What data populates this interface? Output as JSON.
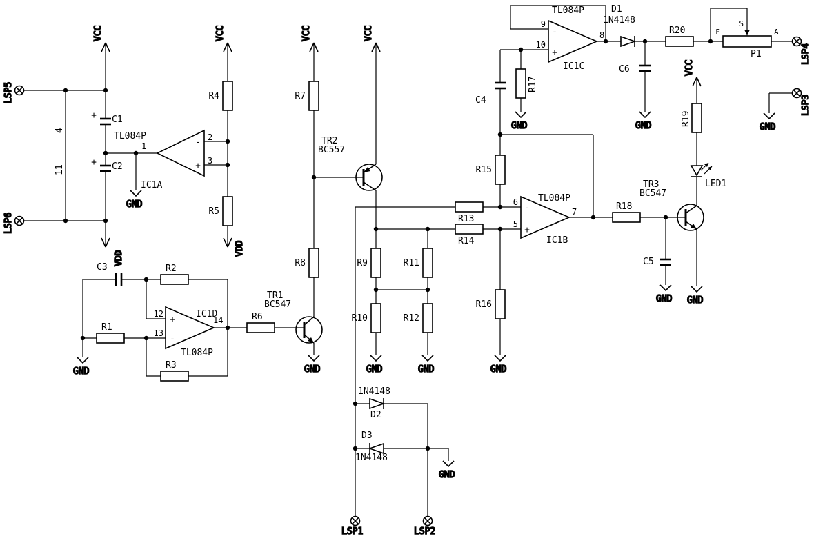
{
  "schematic": {
    "power": {
      "vcc": "VCC",
      "vdd": "VDD",
      "gnd": "GND"
    },
    "net_labels": {
      "n4": "4",
      "n11": "11"
    },
    "symbols": {
      "plus": "+",
      "minus": "-"
    },
    "pads": {
      "lsp1": "LSP1",
      "lsp2": "LSP2",
      "lsp3": "LSP3",
      "lsp4": "LSP4",
      "lsp5": "LSP5",
      "lsp6": "LSP6"
    },
    "opamps": {
      "ic1a": {
        "name": "IC1A",
        "part": "TL084P",
        "pin_out": "1",
        "pin_inv": "2",
        "pin_noninv": "3"
      },
      "ic1b": {
        "name": "IC1B",
        "part": "TL084P",
        "pin_inv": "6",
        "pin_noninv": "5",
        "pin_out": "7"
      },
      "ic1c": {
        "name": "IC1C",
        "part": "TL084P",
        "pin_inv": "9",
        "pin_noninv": "10",
        "pin_out": "8"
      },
      "ic1d": {
        "name": "IC1D",
        "part": "TL084P",
        "pin_noninv": "12",
        "pin_inv": "13",
        "pin_out": "14"
      }
    },
    "transistors": {
      "tr1": {
        "name": "TR1",
        "part": "BC547"
      },
      "tr2": {
        "name": "TR2",
        "part": "BC557"
      },
      "tr3": {
        "name": "TR3",
        "part": "BC547"
      }
    },
    "resistors": {
      "r1": "R1",
      "r2": "R2",
      "r3": "R3",
      "r4": "R4",
      "r5": "R5",
      "r6": "R6",
      "r7": "R7",
      "r8": "R8",
      "r9": "R9",
      "r10": "R10",
      "r11": "R11",
      "r12": "R12",
      "r13": "R13",
      "r14": "R14",
      "r15": "R15",
      "r16": "R16",
      "r17": "R17",
      "r18": "R18",
      "r19": "R19",
      "r20": "R20"
    },
    "capacitors": {
      "c1": "C1",
      "c2": "C2",
      "c3": "C3",
      "c4": "C4",
      "c5": "C5",
      "c6": "C6",
      "plus": "+"
    },
    "diodes": {
      "d1": {
        "name": "D1",
        "part": "1N4148"
      },
      "d2": {
        "name": "D2",
        "part": "1N4148"
      },
      "d3": {
        "name": "D3",
        "part": "1N4148"
      }
    },
    "led": {
      "name": "LED1"
    },
    "potentiometer": {
      "name": "P1",
      "pin_e": "E",
      "pin_s": "S",
      "pin_a": "A"
    }
  }
}
